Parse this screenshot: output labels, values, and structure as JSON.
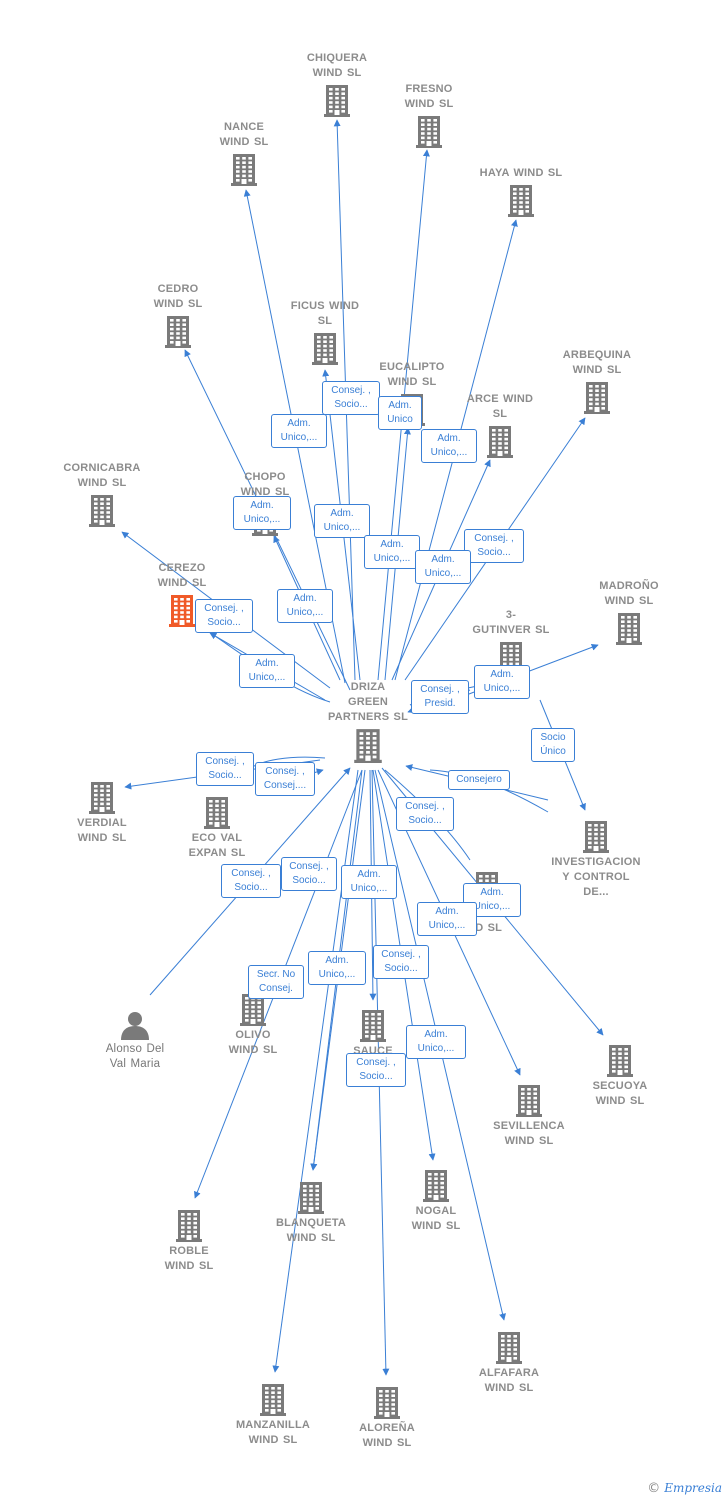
{
  "colors": {
    "edge": "#3a7fd5",
    "node": "#7a7a7a",
    "highlight": "#f05a28",
    "label": "#8c8c8c"
  },
  "center": {
    "id": "driza",
    "label": "DRIZA GREEN PARTNERS SL"
  },
  "nodes": [
    {
      "id": "chiquera",
      "lines": [
        "CHIQUERA",
        "WIND SL"
      ],
      "icon": "building-icon"
    },
    {
      "id": "fresno",
      "lines": [
        "FRESNO",
        "WIND SL"
      ],
      "icon": "building-icon"
    },
    {
      "id": "nance",
      "lines": [
        "NANCE",
        "WIND SL"
      ],
      "icon": "building-icon"
    },
    {
      "id": "haya",
      "lines": [
        "HAYA WIND SL"
      ],
      "icon": "building-icon"
    },
    {
      "id": "cedro",
      "lines": [
        "CEDRO",
        "WIND SL"
      ],
      "icon": "building-icon"
    },
    {
      "id": "ficus",
      "lines": [
        "FICUS WIND",
        "SL"
      ],
      "icon": "building-icon"
    },
    {
      "id": "eucalipto",
      "lines": [
        "EUCALIPTO",
        "WIND SL"
      ],
      "icon": "building-icon"
    },
    {
      "id": "arbequina",
      "lines": [
        "ARBEQUINA",
        "WIND SL"
      ],
      "icon": "building-icon"
    },
    {
      "id": "arce",
      "lines": [
        "ARCE WIND",
        "SL"
      ],
      "icon": "building-icon"
    },
    {
      "id": "cornicabra",
      "lines": [
        "CORNICABRA",
        "WIND SL"
      ],
      "icon": "building-icon"
    },
    {
      "id": "chopo",
      "lines": [
        "CHOPO",
        "WIND SL"
      ],
      "icon": "building-icon"
    },
    {
      "id": "cerezo",
      "lines": [
        "CEREZO",
        "WIND SL"
      ],
      "icon": "building-icon",
      "highlight": true
    },
    {
      "id": "madrono",
      "lines": [
        "MADROÑO",
        "WIND SL"
      ],
      "icon": "building-icon"
    },
    {
      "id": "gutinver",
      "lines": [
        "3-",
        "GUTINVER SL"
      ],
      "icon": "building-icon"
    },
    {
      "id": "verdial",
      "lines": [
        "VERDIAL",
        "WIND SL"
      ],
      "icon": "building-icon"
    },
    {
      "id": "ecoval",
      "lines": [
        "ECO VAL",
        "EXPAN SL"
      ],
      "icon": "building-icon"
    },
    {
      "id": "investigacion",
      "lines": [
        "INVESTIGACION",
        "Y CONTROL",
        "DE..."
      ],
      "icon": "building-icon"
    },
    {
      "id": "risca",
      "lines": [
        "RISCA",
        "ID SL"
      ],
      "icon": "building-icon"
    },
    {
      "id": "alonso",
      "lines": [
        "Alonso Del",
        "Val Maria"
      ],
      "icon": "person-icon"
    },
    {
      "id": "olivo",
      "lines": [
        "OLIVO",
        "WIND SL"
      ],
      "icon": "building-icon"
    },
    {
      "id": "sauce",
      "lines": [
        "SAUCE"
      ],
      "icon": "building-icon"
    },
    {
      "id": "secuoya",
      "lines": [
        "SECUOYA",
        "WIND SL"
      ],
      "icon": "building-icon"
    },
    {
      "id": "sevillenca",
      "lines": [
        "SEVILLENCA",
        "WIND SL"
      ],
      "icon": "building-icon"
    },
    {
      "id": "nogal",
      "lines": [
        "NOGAL",
        "WIND SL"
      ],
      "icon": "building-icon"
    },
    {
      "id": "blanqueta",
      "lines": [
        "BLANQUETA",
        "WIND SL"
      ],
      "icon": "building-icon"
    },
    {
      "id": "roble",
      "lines": [
        "ROBLE",
        "WIND SL"
      ],
      "icon": "building-icon"
    },
    {
      "id": "alfafara",
      "lines": [
        "ALFAFARA",
        "WIND SL"
      ],
      "icon": "building-icon"
    },
    {
      "id": "manzanilla",
      "lines": [
        "MANZANILLA",
        "WIND SL"
      ],
      "icon": "building-icon"
    },
    {
      "id": "alorena",
      "lines": [
        "ALOREÑA",
        "WIND SL"
      ],
      "icon": "building-icon"
    }
  ],
  "edges": [
    {
      "from": "driza",
      "to": "chiquera",
      "label": "Consej. ,\nSocio..."
    },
    {
      "from": "driza",
      "to": "fresno",
      "label": "Adm.\nUnico"
    },
    {
      "from": "driza",
      "to": "nance",
      "label": "Adm.\nUnico,..."
    },
    {
      "from": "driza",
      "to": "haya",
      "label": "Adm.\nUnico,..."
    },
    {
      "from": "driza",
      "to": "cedro",
      "label": "Adm.\nUnico,..."
    },
    {
      "from": "driza",
      "to": "ficus",
      "label": "Adm.\nUnico,..."
    },
    {
      "from": "driza",
      "to": "eucalipto",
      "label": "Adm.\nUnico,..."
    },
    {
      "from": "driza",
      "to": "arbequina",
      "label": "Consej. ,\nSocio..."
    },
    {
      "from": "driza",
      "to": "arce",
      "label": "Adm.\nUnico,..."
    },
    {
      "from": "driza",
      "to": "cornicabra",
      "label": "Adm.\nUnico,..."
    },
    {
      "from": "driza",
      "to": "chopo",
      "label": "Adm.\nUnico,..."
    },
    {
      "from": "driza",
      "to": "cerezo",
      "label": "Consej. ,\nSocio..."
    },
    {
      "from": "driza",
      "to": "madrono",
      "label": "Adm.\nUnico,..."
    },
    {
      "from": "gutinver",
      "to": "driza",
      "label": "Consej. ,\nPresid."
    },
    {
      "from": "gutinver",
      "to": "investigacion",
      "label": "Socio\nÚnico"
    },
    {
      "from": "driza",
      "to": "verdial",
      "label": "Consej. ,\nSocio..."
    },
    {
      "from": "ecoval",
      "to": "driza",
      "label": "Consej. ,\nConsej...."
    },
    {
      "from": "investigacion",
      "to": "driza",
      "label": "Consejero"
    },
    {
      "from": "driza",
      "to": "risca",
      "label": "Consej. ,\nSocio..."
    },
    {
      "from": "alonso",
      "to": "driza",
      "label": "Secr. No\nConsej."
    },
    {
      "from": "driza",
      "to": "roble",
      "label": "Adm.\nUnico,..."
    },
    {
      "from": "driza",
      "to": "sauce",
      "label": "Adm.\nUnico,..."
    },
    {
      "from": "driza",
      "to": "secuoya",
      "label": "Adm.\nUnico,..."
    },
    {
      "from": "driza",
      "to": "sevillenca",
      "label": "Consej. ,\nSocio..."
    },
    {
      "from": "driza",
      "to": "manzanilla",
      "label": "Adm.\nUnico,..."
    },
    {
      "from": "driza",
      "to": "blanqueta",
      "label": "Consej. ,\nSocio..."
    },
    {
      "from": "driza",
      "to": "nogal",
      "label": "Adm.\nUnico,..."
    },
    {
      "from": "driza",
      "to": "alfafara",
      "label": "Consej. ,\nSocio..."
    },
    {
      "from": "driza",
      "to": "alorena",
      "label": "Consej. ,\nSocio..."
    }
  ],
  "footer": {
    "copyright": "©",
    "brand": "Empresia"
  }
}
